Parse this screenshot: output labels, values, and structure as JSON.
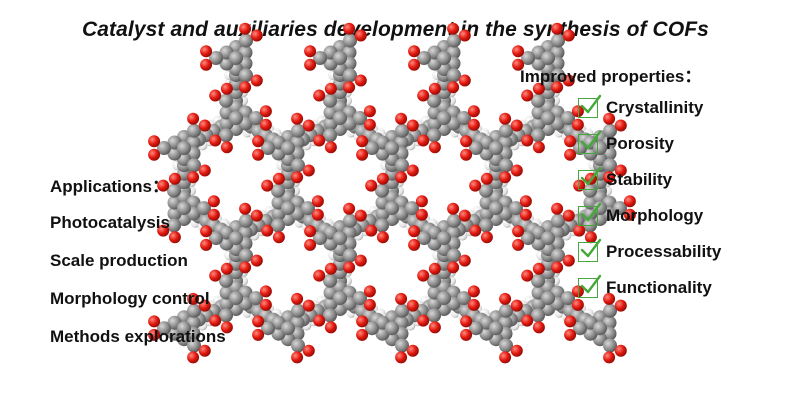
{
  "title": "Catalyst and auxiliaries development in the synthesis of COFs",
  "improved": {
    "heading": "Improved properties：",
    "items": [
      {
        "label": "Crystallinity"
      },
      {
        "label": "Porosity"
      },
      {
        "label": "Stability"
      },
      {
        "label": "Morphology"
      },
      {
        "label": "Processability"
      },
      {
        "label": "Functionality"
      }
    ]
  },
  "applications": {
    "heading": "Applications：",
    "items": [
      {
        "label": "Photocatalysis"
      },
      {
        "label": "Scale production"
      },
      {
        "label": "Morphology control"
      },
      {
        "label": "Methods explorations"
      }
    ]
  },
  "colors": {
    "carbon": "#8c8c8c",
    "oxygen": "#e3190f",
    "hydrogen": "#f2f2f2",
    "check": "#44a83a"
  },
  "icons": {
    "checkbox": "checkbox-checked-icon",
    "lattice": "cof-hexagonal-framework-model"
  }
}
